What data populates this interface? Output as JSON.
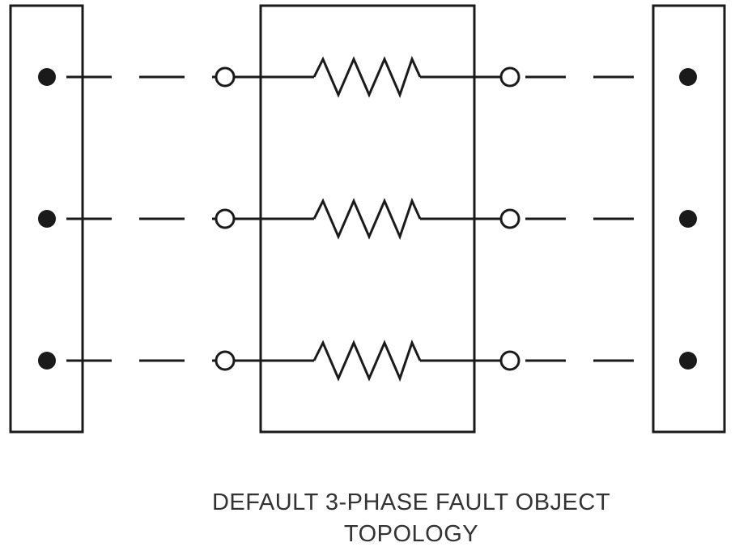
{
  "caption": {
    "line1": "DEFAULT 3-PHASE FAULT OBJECT",
    "line2": "TOPOLOGY"
  },
  "diagram": {
    "phases": 3,
    "stroke_color": "#1a1a1a",
    "background_color": "#ffffff",
    "elements": {
      "left_bus": "left-bus-box",
      "fault_object": "fault-object-box",
      "right_bus": "right-bus-box",
      "bus_terminal": "filled-dot",
      "object_terminal": "hollow-circle",
      "connection": "dashed-line",
      "impedance": "resistor"
    }
  }
}
